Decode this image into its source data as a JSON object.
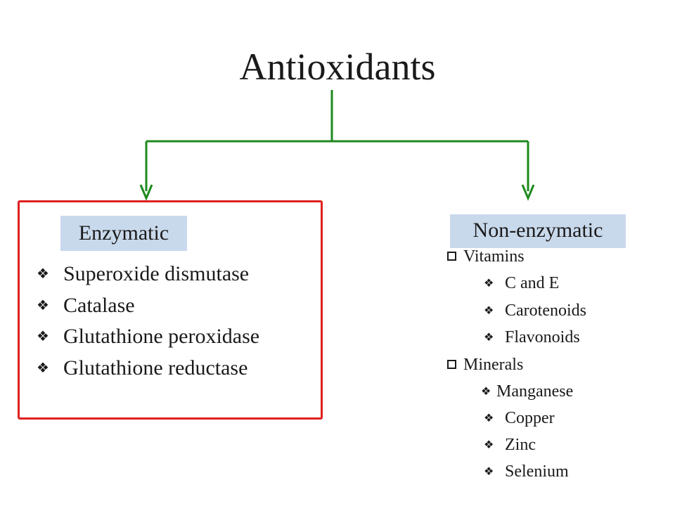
{
  "title": "Antioxidants",
  "enzymatic": {
    "label": "Enzymatic",
    "items": [
      "Superoxide  dismutase",
      "Catalase",
      "Glutathione  peroxidase",
      "Glutathione  reductase"
    ]
  },
  "non_enzymatic": {
    "label": "Non-enzymatic",
    "groups": [
      {
        "name": "Vitamins",
        "items": [
          "C and E",
          "Carotenoids",
          "Flavonoids"
        ]
      },
      {
        "name": "Minerals",
        "items": [
          "Manganese",
          "Copper",
          "Zinc",
          "Selenium"
        ]
      }
    ]
  },
  "colors": {
    "connector": "#1e8a1e",
    "enzymatic_border": "#e02020",
    "label_fill": "#c9d9ec"
  },
  "icons": {
    "bullet": "diamond-bullet-icon",
    "group_bullet": "square-bullet-icon"
  }
}
